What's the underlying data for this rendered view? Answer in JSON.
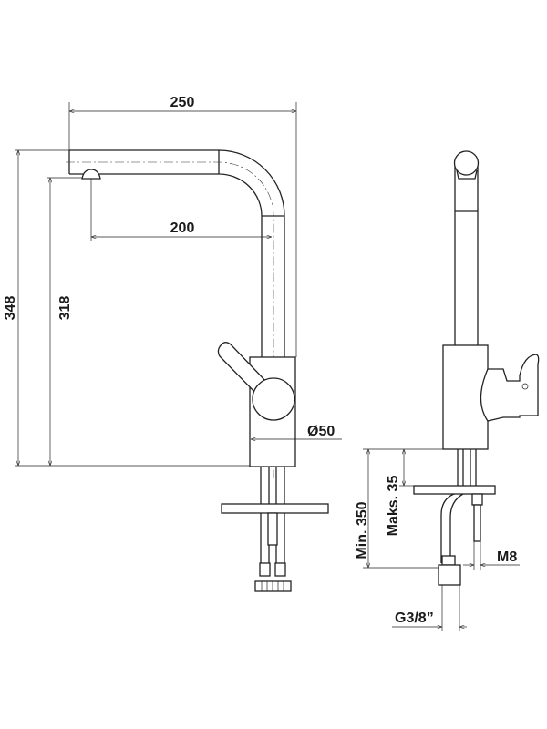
{
  "dimensions": {
    "spout_reach": "250",
    "spout_to_axis": "200",
    "total_height": "348",
    "outlet_height": "318",
    "body_diameter": "Ø50",
    "min_hose_length": "Min. 350",
    "max_counter_thickness": "Maks. 35",
    "stud_thread": "M8",
    "hose_thread": "G3/8”"
  },
  "colors": {
    "line": "#222222",
    "background": "#ffffff"
  }
}
